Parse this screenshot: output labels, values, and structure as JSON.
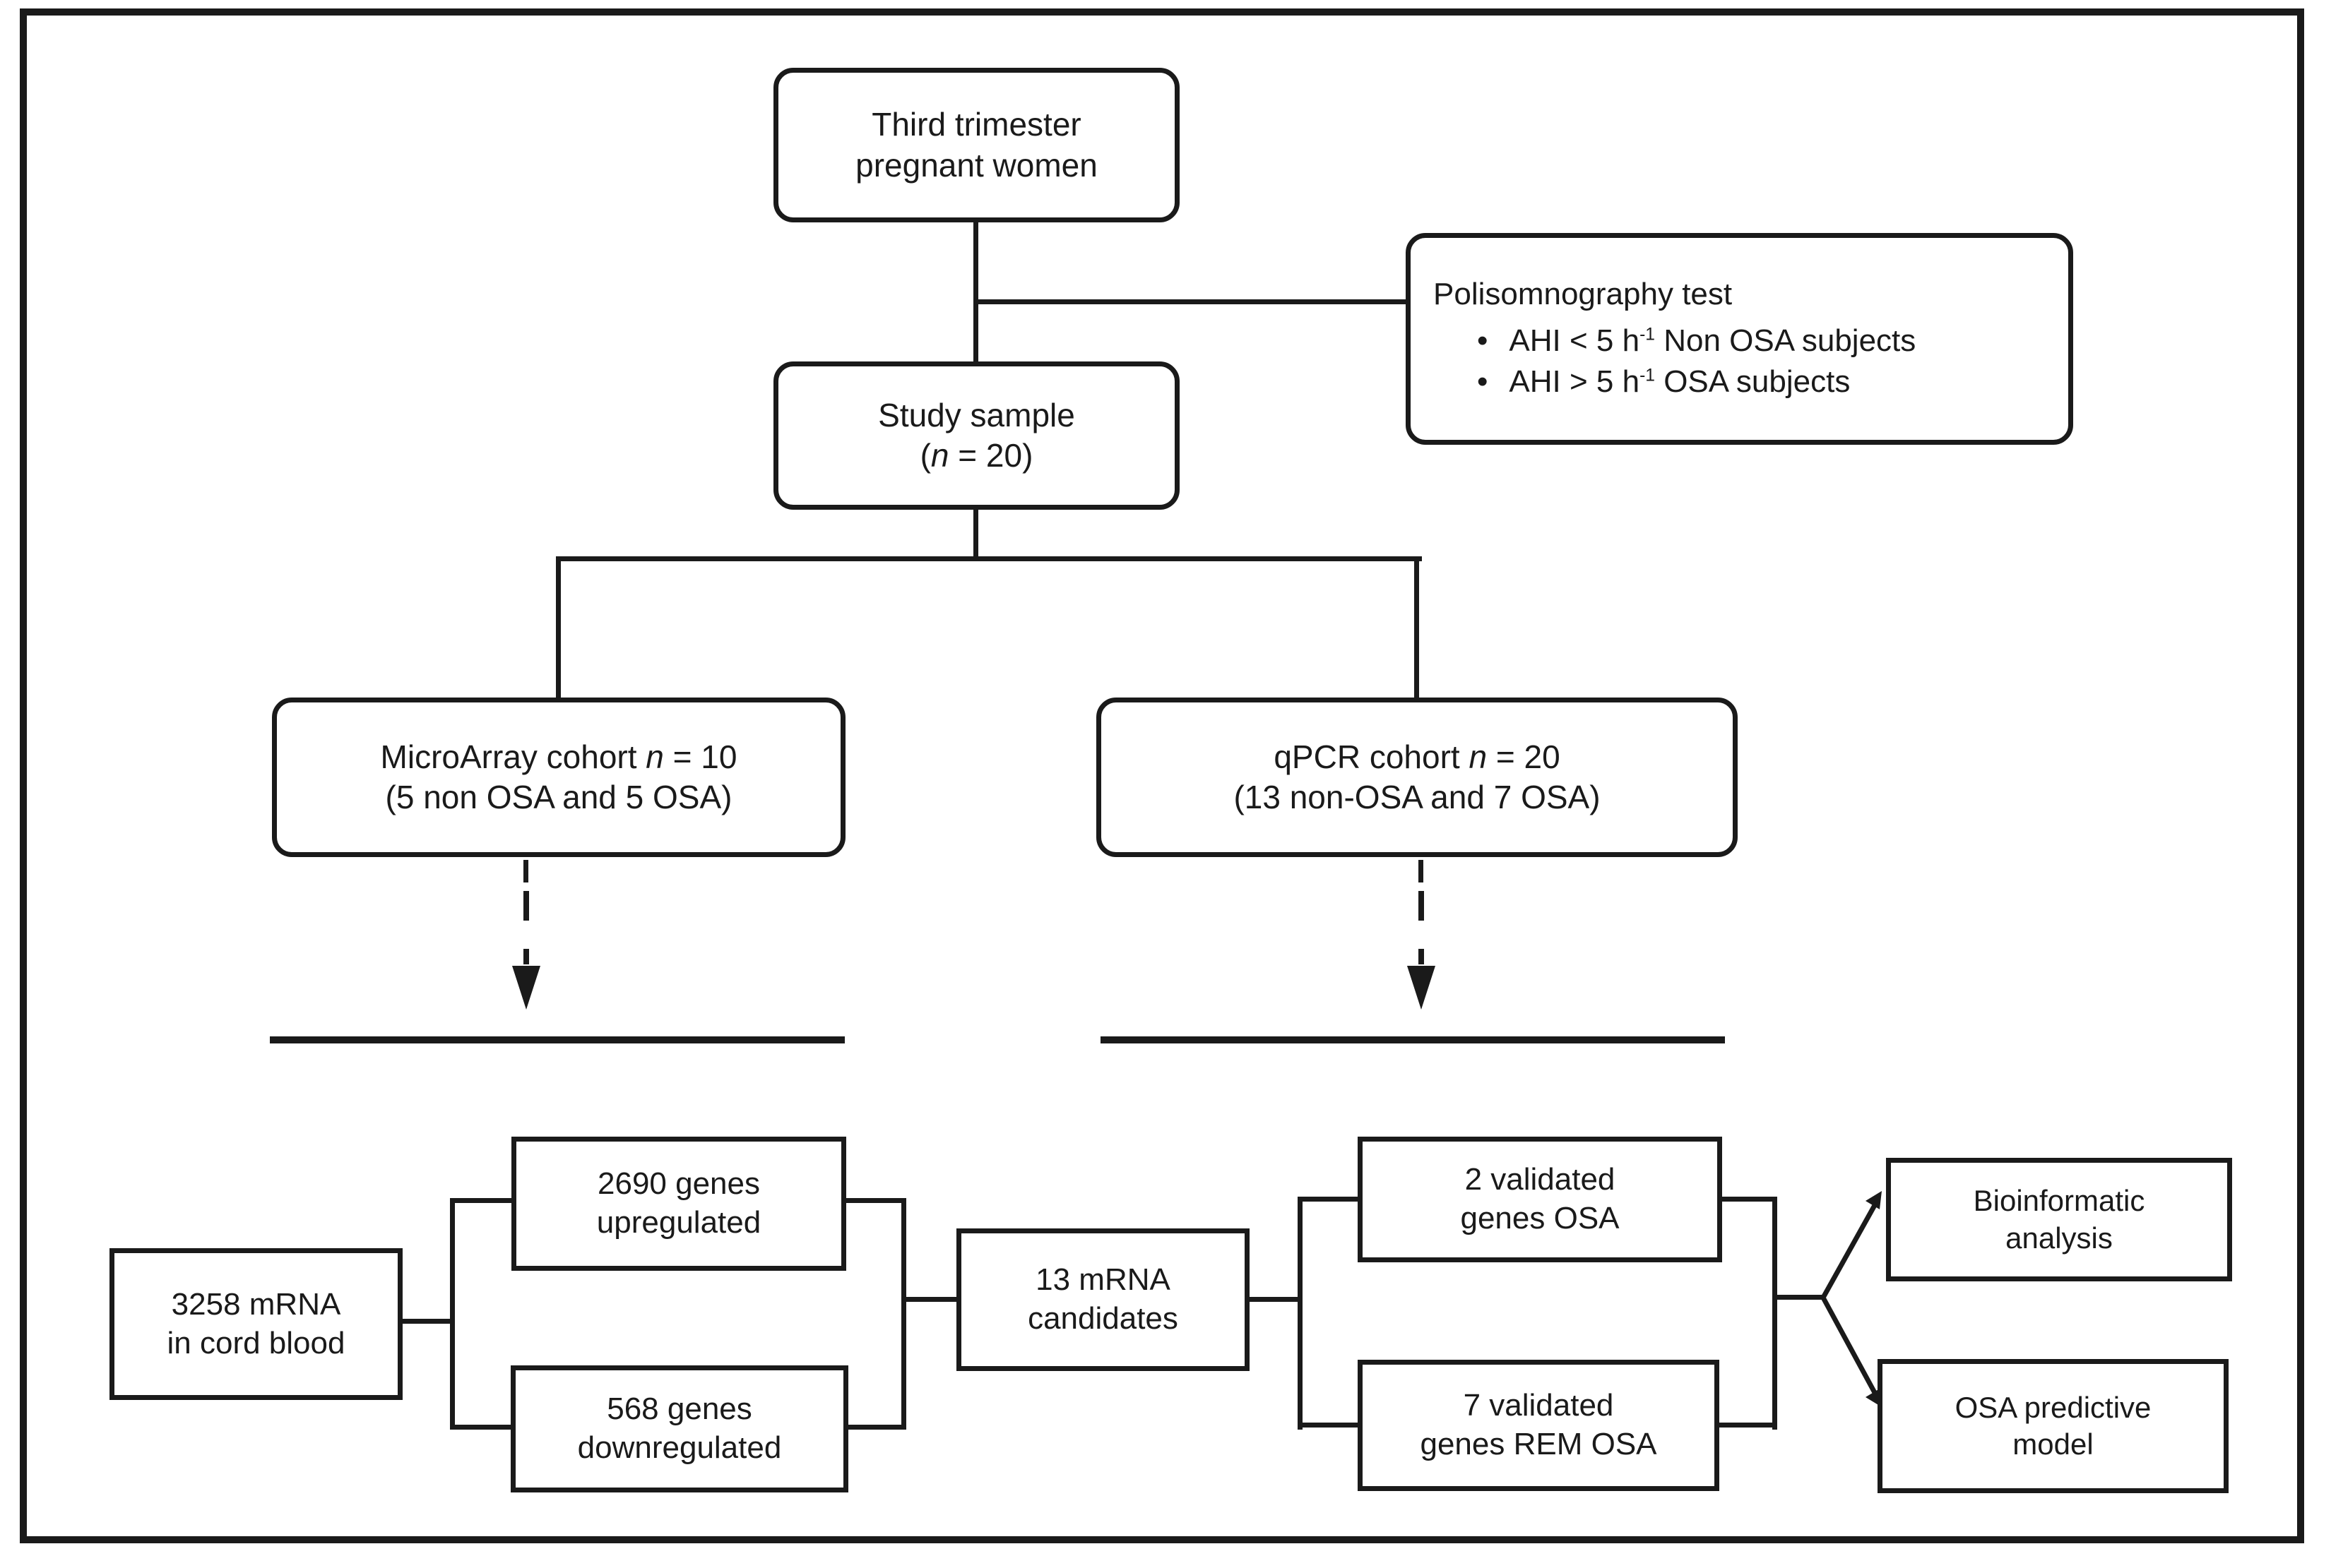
{
  "colors": {
    "ink": "#1a1a1a",
    "bg": "#ffffff"
  },
  "nodes": {
    "third_trimester": {
      "line1": "Third trimester",
      "line2": "pregnant women"
    },
    "psg": {
      "title": "Polisomnography test",
      "bullet1_pre": "AHI < 5 h",
      "bullet1_sup": "-1",
      "bullet1_post": " Non OSA subjects",
      "bullet2_pre": "AHI > 5 h",
      "bullet2_sup": "-1",
      "bullet2_post": " OSA subjects"
    },
    "study_sample": {
      "line1": "Study sample",
      "line2_pre": "(",
      "line2_var": "n",
      "line2_post": " = 20)"
    },
    "microarray": {
      "line1_pre": "MicroArray cohort ",
      "line1_var": "n",
      "line1_post": " = 10",
      "line2": "(5 non OSA and 5 OSA)"
    },
    "qpcr": {
      "line1_pre": "qPCR cohort ",
      "line1_var": "n",
      "line1_post": " = 20",
      "line2": "(13 non-OSA and 7 OSA)"
    },
    "mrna_cord": {
      "line1": "3258 mRNA",
      "line2": "in cord blood"
    },
    "upregulated": {
      "line1": "2690 genes",
      "line2": "upregulated"
    },
    "downregulated": {
      "line1": "568 genes",
      "line2": "downregulated"
    },
    "candidates": {
      "line1": "13 mRNA",
      "line2": "candidates"
    },
    "validated_osa": {
      "line1": "2 validated",
      "line2": "genes OSA"
    },
    "validated_rem": {
      "line1": "7 validated",
      "line2": "genes REM OSA"
    },
    "bioinformatic": {
      "line1": "Bioinformatic",
      "line2": "analysis"
    },
    "predictive": {
      "line1": "OSA predictive",
      "line2": "model"
    }
  }
}
